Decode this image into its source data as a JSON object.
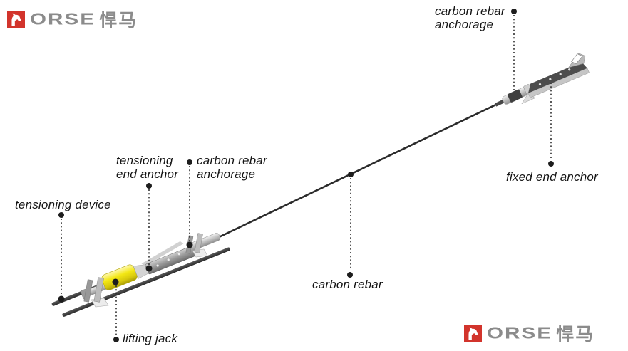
{
  "page": {
    "background": "#ffffff"
  },
  "logo": {
    "latin": "ORSE",
    "chinese": "悍马",
    "red": "#d2342c",
    "gray": "#8b8b8b",
    "icon": "horse-head-icon"
  },
  "labels": {
    "carbon_rebar_anchorage_top": {
      "line1": "carbon rebar",
      "line2": "anchorage"
    },
    "fixed_end_anchor": "fixed end anchor",
    "tensioning_end_anchor": {
      "line1": "tensioning",
      "line2": "end anchor"
    },
    "carbon_rebar_anchorage_left": {
      "line1": "carbon rebar",
      "line2": "anchorage"
    },
    "tensioning_device": "tensioning device",
    "carbon_rebar": "carbon rebar",
    "lifting_jack": "lifting jack"
  },
  "diagram": {
    "colors": {
      "rebar": "#2b2b2b",
      "rail": "#3a3a3a",
      "jack_yellow": "#f0e312",
      "metal_light": "#d9d9d9",
      "plate_dark": "#4c4c4c",
      "leader_line": "#2f2f2f",
      "label_text": "#141414"
    }
  }
}
